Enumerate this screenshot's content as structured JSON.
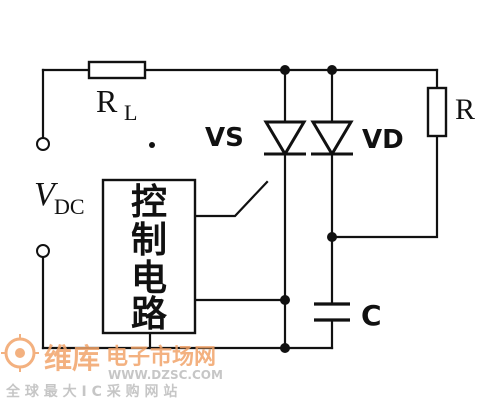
{
  "diagram": {
    "labels": {
      "load_resistor": "R",
      "load_resistor_sub": "L",
      "thyristor": "VS",
      "diode": "VD",
      "resistor": "R",
      "capacitor": "C",
      "supply": "V",
      "supply_sub": "DC",
      "control_block": [
        "控",
        "制",
        "电",
        "路"
      ]
    }
  },
  "watermark": {
    "brand_cn": "维库",
    "tagline_cn": "电子市场网",
    "url": "WWW.DZSC.COM",
    "subtitle_cn": "全 球 最 大 I C 采 购 网 站",
    "colors": {
      "orange": "#f2a46a",
      "gray": "#bdbdbd"
    }
  }
}
